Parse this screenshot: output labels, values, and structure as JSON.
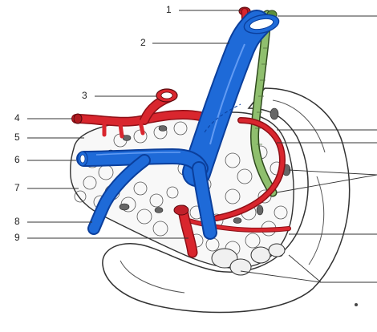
{
  "figure": {
    "labels": [
      {
        "id": "1",
        "text": "1"
      },
      {
        "id": "2",
        "text": "2"
      },
      {
        "id": "3",
        "text": "3"
      },
      {
        "id": "4",
        "text": "4"
      },
      {
        "id": "5",
        "text": "5"
      },
      {
        "id": "6",
        "text": "6"
      },
      {
        "id": "7",
        "text": "7"
      },
      {
        "id": "8",
        "text": "8"
      },
      {
        "id": "9",
        "text": "9"
      }
    ]
  },
  "colors": {
    "vein": "#1e6ad8",
    "vein_dark": "#0b3f9c",
    "artery": "#d9262e",
    "artery_dark": "#8e0f16",
    "bile_duct": "#8fbf6e",
    "tissue": "#f7f7f7",
    "outline": "#333333"
  }
}
